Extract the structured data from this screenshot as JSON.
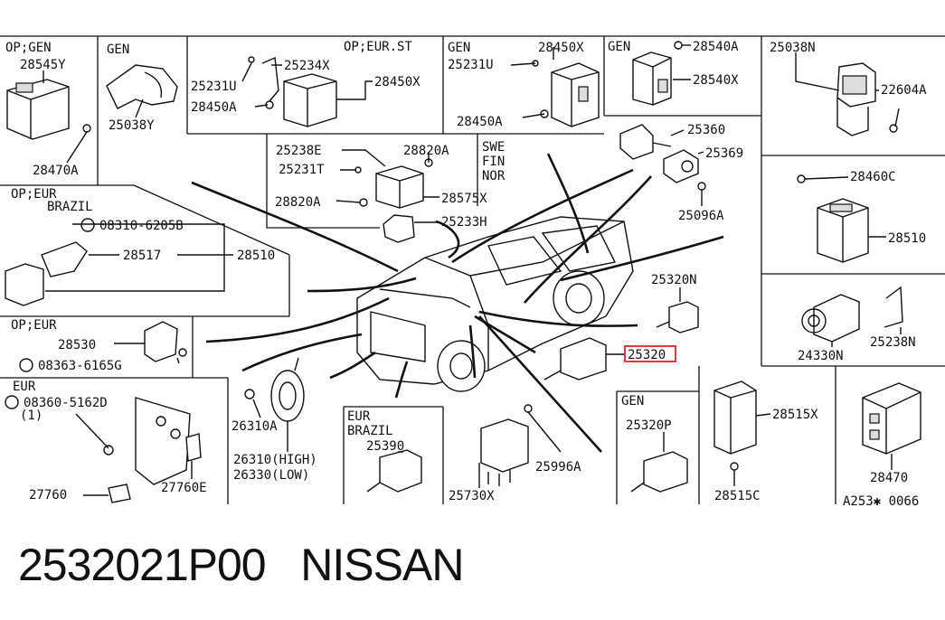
{
  "caption": "2532021P00   NISSAN",
  "highlight_part": "25320",
  "drawing_code": "A253✱ 0066",
  "regions": {
    "op_gen_top": "OP;GEN",
    "gen_top1": "GEN",
    "op_eur_st": "OP;EUR.ST",
    "gen_top2": "GEN",
    "gen_top3": "GEN",
    "op_eur_brazil": "OP;EUR",
    "brazil_1": "BRAZIL",
    "op_eur_mid": "OP;EUR",
    "eur_left": "EUR",
    "swe": "SWE",
    "fin": "FIN",
    "nor": "NOR",
    "eur_bottom": "EUR",
    "brazil_2": "BRAZIL",
    "gen_bottom": "GEN",
    "screw_qty": "(1)"
  },
  "parts": {
    "p28545Y": "28545Y",
    "p28470A": "28470A",
    "p25038Y": "25038Y",
    "p25231U_a": "25231U",
    "p25234X": "25234X",
    "p28450X_a": "28450X",
    "p28450A_a": "28450A",
    "p25231U_b": "25231U",
    "p28450X_b": "28450X",
    "p28450A_b": "28450A",
    "p28540A": "28540A",
    "p28540X": "28540X",
    "p25038N": "25038N",
    "p22604A": "22604A",
    "p25360": "25360",
    "p25369": "25369",
    "p25096A": "25096A",
    "p28460C": "28460C",
    "p28510_r": "28510",
    "p25238E": "25238E",
    "p28820A_a": "28820A",
    "p25231T": "25231T",
    "p28820A_b": "28820A",
    "p28575X": "28575X",
    "p25233H": "25233H",
    "p08310": "08310-6205B",
    "p28517": "28517",
    "p28510_l": "28510",
    "p28530": "28530",
    "p08363": "08363-6165G",
    "p08360": "08360-5162D",
    "p27760": "27760",
    "p27760E": "27760E",
    "p26310A": "26310A",
    "p26310": "26310(HIGH)",
    "p26330": "26330(LOW)",
    "p25390": "25390",
    "p25730X": "25730X",
    "p25996A": "25996A",
    "p25320N": "25320N",
    "p25320": "25320",
    "p25320P": "25320P",
    "p24330N": "24330N",
    "p25238N": "25238N",
    "p28515X": "28515X",
    "p28515C": "28515C",
    "p28470": "28470"
  }
}
